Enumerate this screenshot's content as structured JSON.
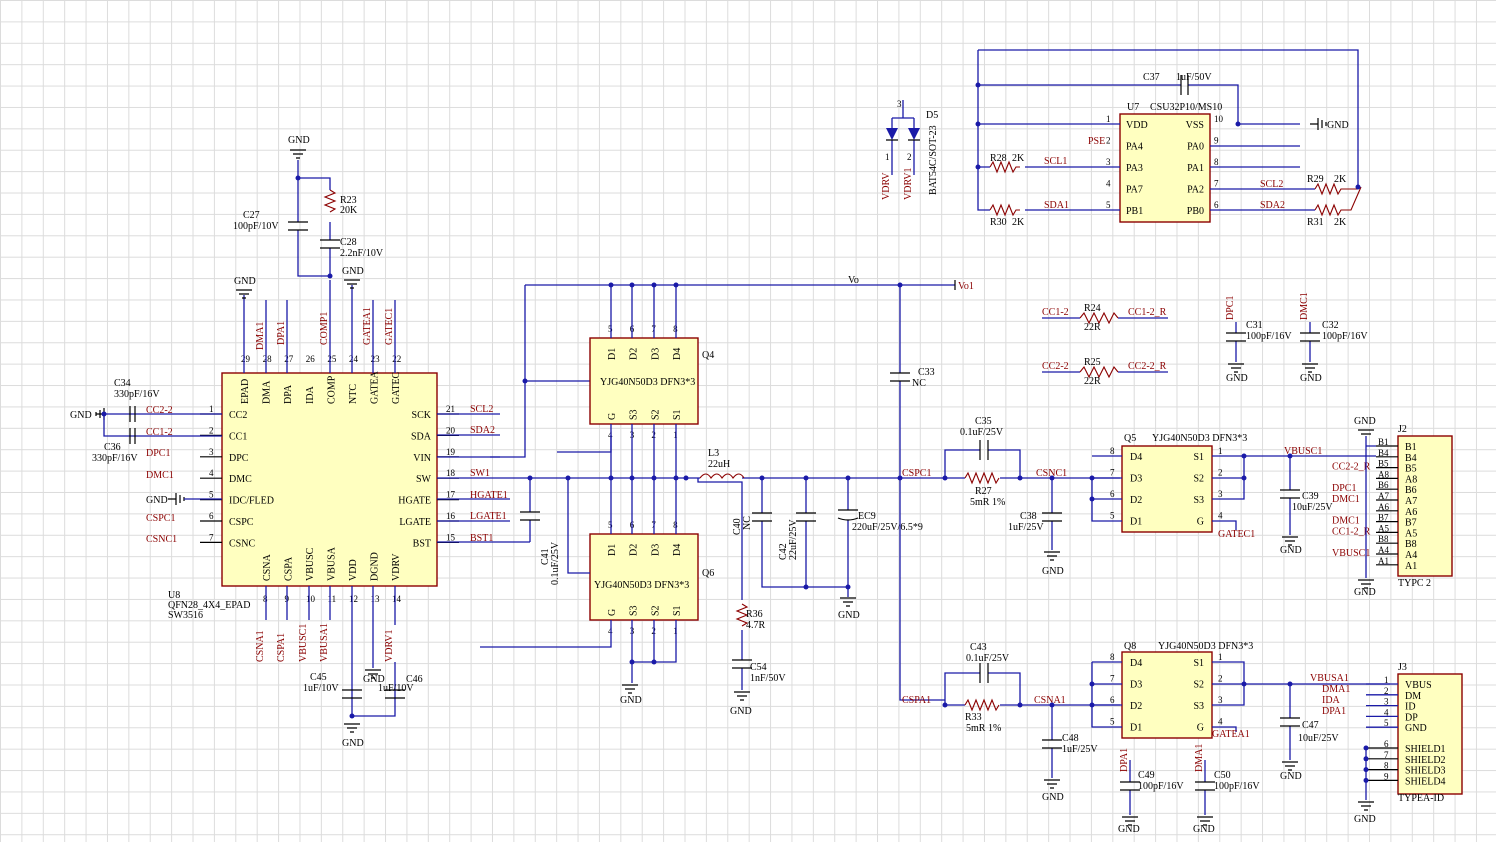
{
  "u8": {
    "ref": "U8",
    "pkg": "QFN28_4X4_EPAD",
    "part": "SW3516",
    "left": [
      {
        "n": "1",
        "s": "CC2"
      },
      {
        "n": "2",
        "s": "CC1"
      },
      {
        "n": "3",
        "s": "DPC"
      },
      {
        "n": "4",
        "s": "DMC"
      },
      {
        "n": "5",
        "s": "IDC/FLED"
      },
      {
        "n": "6",
        "s": "CSPC"
      },
      {
        "n": "7",
        "s": "CSNC"
      }
    ],
    "right": [
      {
        "n": "21",
        "s": "SCK"
      },
      {
        "n": "20",
        "s": "SDA"
      },
      {
        "n": "19",
        "s": "VIN"
      },
      {
        "n": "18",
        "s": "SW"
      },
      {
        "n": "17",
        "s": "HGATE"
      },
      {
        "n": "16",
        "s": "LGATE"
      },
      {
        "n": "15",
        "s": "BST"
      }
    ],
    "top": [
      {
        "n": "29",
        "s": "EPAD"
      },
      {
        "n": "28",
        "s": "DMA"
      },
      {
        "n": "27",
        "s": "DPA"
      },
      {
        "n": "26",
        "s": "IDA"
      },
      {
        "n": "25",
        "s": "COMP"
      },
      {
        "n": "24",
        "s": "NTC"
      },
      {
        "n": "23",
        "s": "GATEA"
      },
      {
        "n": "22",
        "s": "GATEC"
      }
    ],
    "bottom": [
      {
        "n": "8",
        "s": "CSNA"
      },
      {
        "n": "9",
        "s": "CSPA"
      },
      {
        "n": "10",
        "s": "VBUSC"
      },
      {
        "n": "11",
        "s": "VBUSA"
      },
      {
        "n": "12",
        "s": "VDD"
      },
      {
        "n": "13",
        "s": "DGND"
      },
      {
        "n": "14",
        "s": "VDRV"
      }
    ]
  },
  "u7": {
    "ref": "U7",
    "part": "CSU32P10/MS10",
    "left": [
      {
        "n": "1",
        "s": "VDD"
      },
      {
        "n": "2",
        "s": "PA4"
      },
      {
        "n": "3",
        "s": "PA3"
      },
      {
        "n": "4",
        "s": "PA7"
      },
      {
        "n": "5",
        "s": "PB1"
      }
    ],
    "right": [
      {
        "n": "10",
        "s": "VSS"
      },
      {
        "n": "9",
        "s": "PA0"
      },
      {
        "n": "8",
        "s": "PA1"
      },
      {
        "n": "7",
        "s": "PA2"
      },
      {
        "n": "6",
        "s": "PB0"
      }
    ],
    "pse": "PSE"
  },
  "mos": {
    "pins": [
      "D1",
      "D2",
      "D3",
      "D4",
      "G",
      "S3",
      "S2",
      "S1"
    ],
    "q4": {
      "ref": "Q4",
      "part": "YJG40N50D3 DFN3*3"
    },
    "q6": {
      "ref": "Q6",
      "part": "YJG40N50D3 DFN3*3"
    },
    "q5": {
      "ref": "Q5",
      "part": "YJG40N50D3 DFN3*3"
    },
    "q8": {
      "ref": "Q8",
      "part": "YJG40N50D3 DFN3*3"
    }
  },
  "j2": {
    "ref": "J2",
    "part": "TYPC 2",
    "pins": [
      "B1",
      "B4",
      "B5",
      "A8",
      "B6",
      "A7",
      "A6",
      "B7",
      "A5",
      "B8",
      "A4",
      "A1"
    ],
    "nets": [
      "B1",
      "B4",
      "CC2-2_R",
      "A8",
      "DPC1",
      "DMC1",
      "A6",
      "DMC1",
      "CC1-2_R",
      "B8",
      "VBUSC1",
      "A1"
    ]
  },
  "j3": {
    "ref": "J3",
    "part": "TYPEA-ID",
    "pins": [
      "VBUS",
      "DM",
      "ID",
      "DP",
      "GND",
      "SHIELD1",
      "SHIELD2",
      "SHIELD3",
      "SHIELD4"
    ],
    "nums": [
      "1",
      "2",
      "3",
      "4",
      "5",
      "6",
      "7",
      "8",
      "9"
    ]
  },
  "d5": {
    "ref": "D5",
    "part": "BAT54C/SOT-23",
    "n1": "VDRV",
    "n2": "VDRV1"
  },
  "comp": {
    "c27": "C27",
    "c27v": "100pF/10V",
    "r23": "R23",
    "r23v": "20K",
    "c28": "C28",
    "c28v": "2.2nF/10V",
    "c34": "C34",
    "c34v": "330pF/16V",
    "c36": "C36",
    "c36v": "330pF/16V",
    "c37": "C37",
    "c37v": "1uF/50V",
    "r28": "R28",
    "r28v": "2K",
    "r29": "R29",
    "r29v": "2K",
    "r30": "R30",
    "r30v": "2K",
    "r31": "R31",
    "r31v": "2K",
    "r24": "R24",
    "r24v": "22R",
    "r25": "R25",
    "r25v": "22R",
    "c31": "C31",
    "c31v": "100pF/16V",
    "c32": "C32",
    "c32v": "100pF/16V",
    "c33": "C33",
    "c33v": "NC",
    "c35": "C35",
    "c35v": "0.1uF/25V",
    "r27": "R27",
    "r27v": "5mR 1%",
    "c38": "C38",
    "c38v": "1uF/25V",
    "c39": "C39",
    "c39v": "10uF/25V",
    "l3": "L3",
    "l3v": "22uH",
    "c40": "C40",
    "c40v": "NC",
    "c42": "C42",
    "c42v": "22uF/25V",
    "ec9": "EC9",
    "ec9v": "220uF/25V/6.5*9",
    "c41": "C41",
    "c41v": "0.1uF/25V",
    "r36": "R36",
    "r36v": "4.7R",
    "c54": "C54",
    "c54v": "1nF/50V",
    "c43": "C43",
    "c43v": "0.1uF/25V",
    "r33": "R33",
    "r33v": "5mR 1%",
    "c48": "C48",
    "c48v": "1uF/25V",
    "c47": "C47",
    "c47v": "10uF/25V",
    "c49": "C49",
    "c49v": "100pF/16V",
    "c50": "C50",
    "c50v": "100pF/16V",
    "c45": "C45",
    "c45v": "1uF/10V",
    "c46": "C46",
    "c46v": "1uF/10V"
  },
  "nets": {
    "gnd": "GND",
    "vo": "Vo",
    "vo1": "Vo1",
    "cc22": "CC2-2",
    "cc12": "CC1-2",
    "dpc1": "DPC1",
    "dmc1": "DMC1",
    "cspc1": "CSPC1",
    "csnc1": "CSNC1",
    "scl2": "SCL2",
    "sda2": "SDA2",
    "sw1": "SW1",
    "hgate1": "HGATE1",
    "lgate1": "LGATE1",
    "bst1": "BST1",
    "dma1": "DMA1",
    "dpa1": "DPA1",
    "comp1": "COMP1",
    "gatea1": "GATEA1",
    "gatec1": "GATEC1",
    "csna1": "CSNA1",
    "cspa1": "CSPA1",
    "vbusc1": "VBUSC1",
    "vbusa1": "VBUSA1",
    "vdrv1": "VDRV1",
    "scl1": "SCL1",
    "sda1": "SDA1",
    "cc12r": "CC1-2_R",
    "cc22r": "CC2-2_R",
    "ida": "IDA",
    "dpa1b": "DPA1",
    "dma1b": "DMA1"
  }
}
